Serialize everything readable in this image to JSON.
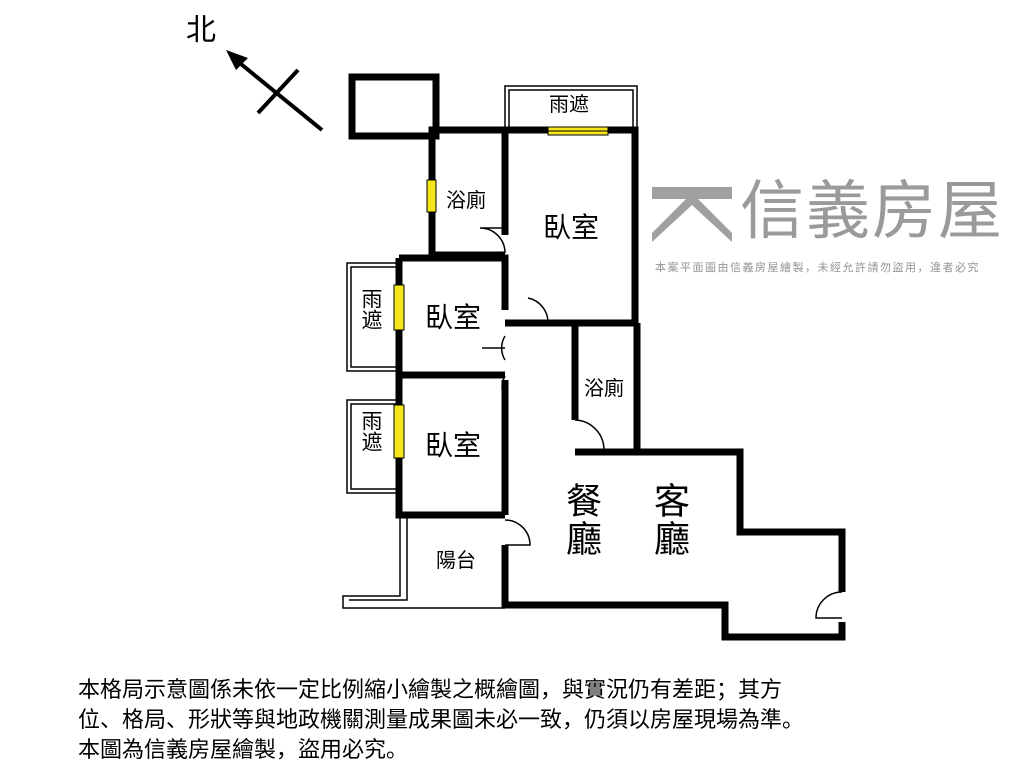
{
  "compass": {
    "north_label": "北"
  },
  "rooms": {
    "rain_shelter_top": "雨遮",
    "bath_upper": "浴廁",
    "bedroom_master": "臥室",
    "rain_shelter_left_1": "雨遮",
    "bedroom_2": "臥室",
    "rain_shelter_left_2": "雨遮",
    "bedroom_3": "臥室",
    "bath_lower": "浴廁",
    "dining": "餐廳",
    "living": "客廳",
    "balcony": "陽台"
  },
  "watermark": {
    "brand": "信義房屋",
    "notice": "本案平面圖由信義房屋繪製，未經允許請勿盜用，違者必究"
  },
  "disclaimer": {
    "line1": "本格局示意圖係未依一定比例縮小繪製之概繪圖，與實況仍有差距；其方",
    "line2": "位、格局、形狀等與地政機關測量成果圖未必一致，仍須以房屋現場為準。",
    "line3": "本圖為信義房屋繪製，盜用必究。"
  },
  "colors": {
    "wall": "#000000",
    "window": "#f5e61c",
    "watermark": "#787878"
  }
}
